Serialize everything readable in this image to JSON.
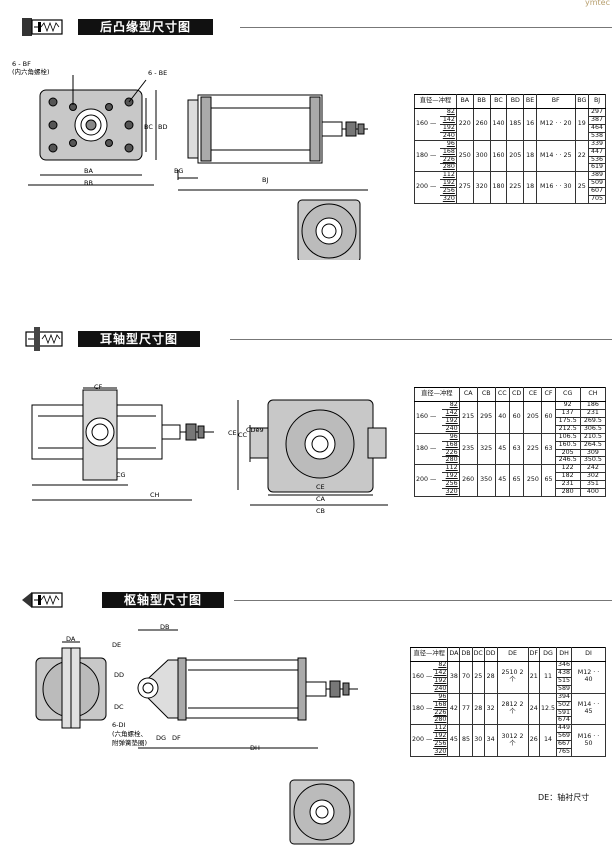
{
  "watermark": "ymtec",
  "sections": [
    {
      "id": "rear-flange",
      "title": "后凸缘型尺寸图",
      "icon": "rear-flange-symbol-icon",
      "dims": {
        "bf": "6 - BF",
        "bf_note": "(内六角螺栓)",
        "be": "6 - BE",
        "ba": "BA",
        "bb": "BB",
        "bc": "BC",
        "bd": "BD",
        "bg": "BG",
        "bj": "BJ"
      },
      "table": {
        "headers": [
          "直径—冲程",
          "BA",
          "BB",
          "BC",
          "BD",
          "BE",
          "BF",
          "BG",
          "BJ"
        ],
        "groups": [
          {
            "bore": "160",
            "strokes": [
              "82",
              "142",
              "192",
              "240"
            ],
            "vals": [
              "220",
              "260",
              "140",
              "185",
              "16",
              "M12 · · 20",
              "19"
            ],
            "last": [
              "297",
              "387",
              "464",
              "538"
            ]
          },
          {
            "bore": "180",
            "strokes": [
              "96",
              "168",
              "226",
              "280"
            ],
            "vals": [
              "250",
              "300",
              "160",
              "205",
              "18",
              "M14 · · 25",
              "22"
            ],
            "last": [
              "339",
              "447",
              "536",
              "619"
            ]
          },
          {
            "bore": "200",
            "strokes": [
              "112",
              "192",
              "256",
              "320"
            ],
            "vals": [
              "275",
              "320",
              "180",
              "225",
              "18",
              "M16 · · 30",
              "25"
            ],
            "last": [
              "389",
              "509",
              "607",
              "705"
            ]
          }
        ]
      }
    },
    {
      "id": "trunnion",
      "title": "耳轴型尺寸图",
      "icon": "trunnion-symbol-icon",
      "dims": {
        "cf": "CF",
        "cg": "CG",
        "ch": "CH",
        "ce": "CE",
        "cc": "CC",
        "cd": "CDe9",
        "ca": "CA",
        "cb": "CB"
      },
      "table": {
        "headers": [
          "直径—冲程",
          "CA",
          "CB",
          "CC",
          "CD",
          "CE",
          "CF",
          "CG",
          "CH"
        ],
        "groups": [
          {
            "bore": "160",
            "strokes": [
              "82",
              "142",
              "192",
              "240"
            ],
            "vals": [
              "215",
              "295",
              "40",
              "60",
              "205",
              "60"
            ],
            "cg": [
              "92",
              "137",
              "175.5",
              "212.5"
            ],
            "ch": [
              "186",
              "231",
              "269.5",
              "306.5"
            ]
          },
          {
            "bore": "180",
            "strokes": [
              "96",
              "168",
              "226",
              "280"
            ],
            "vals": [
              "235",
              "325",
              "45",
              "63",
              "225",
              "63"
            ],
            "cg": [
              "106.5",
              "160.5",
              "205",
              "246.5"
            ],
            "ch": [
              "210.5",
              "264.5",
              "309",
              "350.5"
            ]
          },
          {
            "bore": "200",
            "strokes": [
              "112",
              "192",
              "256",
              "320"
            ],
            "vals": [
              "260",
              "350",
              "45",
              "65",
              "250",
              "65"
            ],
            "cg": [
              "122",
              "182",
              "231",
              "280"
            ],
            "ch": [
              "242",
              "302",
              "351",
              "400"
            ]
          }
        ]
      }
    },
    {
      "id": "clevis",
      "title": "枢轴型尺寸图",
      "icon": "clevis-symbol-icon",
      "dims": {
        "da": "DA",
        "db": "DB",
        "de": "DE",
        "dd": "DD",
        "dc": "DC",
        "dg": "DG",
        "df": "DF",
        "dh": "DH",
        "di": "6-DI",
        "di_note1": "(六角螺栓、",
        "di_note2": "附弹簧垫圈)"
      },
      "table": {
        "headers": [
          "直径—冲程",
          "DA",
          "DB",
          "DC",
          "DD",
          "DE",
          "DF",
          "DG",
          "DH",
          "DI"
        ],
        "groups": [
          {
            "bore": "160",
            "strokes": [
              "82",
              "142",
              "192",
              "240"
            ],
            "vals": [
              "38",
              "70",
              "25",
              "28",
              "2510 2个",
              "21",
              "11"
            ],
            "dh": [
              "346",
              "438",
              "515",
              "589"
            ],
            "di": "M12 · · 40"
          },
          {
            "bore": "180",
            "strokes": [
              "96",
              "168",
              "226",
              "280"
            ],
            "vals": [
              "42",
              "77",
              "28",
              "32",
              "2812 2个",
              "24",
              "12.5"
            ],
            "dh": [
              "394",
              "502",
              "591",
              "674"
            ],
            "di": "M14 · · 45"
          },
          {
            "bore": "200",
            "strokes": [
              "112",
              "192",
              "256",
              "320"
            ],
            "vals": [
              "45",
              "85",
              "30",
              "34",
              "3012 2个",
              "26",
              "14"
            ],
            "dh": [
              "449",
              "569",
              "667",
              "765"
            ],
            "di": "M16 · · 50"
          }
        ]
      },
      "footnote": "DE：轴衬尺寸"
    }
  ]
}
